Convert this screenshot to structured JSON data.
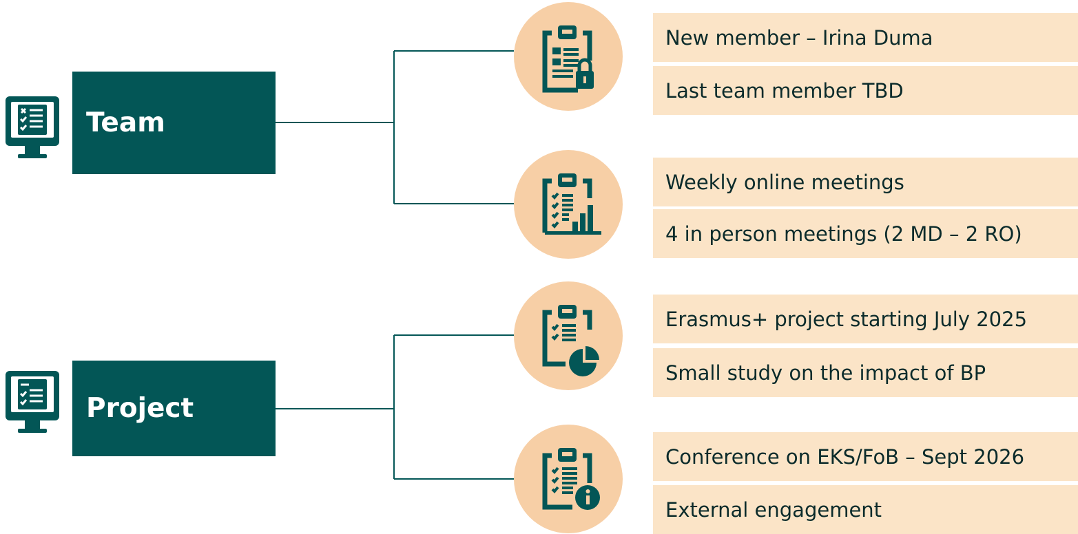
{
  "colors": {
    "primary": "#035656",
    "accent_circle": "#f7cfa6",
    "item_bg": "#fbe4c7",
    "text": "#0b2b2b"
  },
  "groups": [
    {
      "label": "Team",
      "icon": "checklist-monitor-icon",
      "subgroups": [
        {
          "icon": "clipboard-lock-icon",
          "items": [
            "New member – Irina Duma",
            "Last team member TBD"
          ]
        },
        {
          "icon": "clipboard-chart-icon",
          "items": [
            "Weekly online meetings",
            "4 in person meetings (2 MD – 2 RO)"
          ]
        }
      ]
    },
    {
      "label": "Project",
      "icon": "checklist-monitor-icon",
      "subgroups": [
        {
          "icon": "clipboard-pie-icon",
          "items": [
            "Erasmus+ project starting July 2025",
            "Small study on the impact of BP"
          ]
        },
        {
          "icon": "clipboard-info-icon",
          "items": [
            "Conference on EKS/FoB – Sept 2026",
            "External engagement"
          ]
        }
      ]
    }
  ]
}
